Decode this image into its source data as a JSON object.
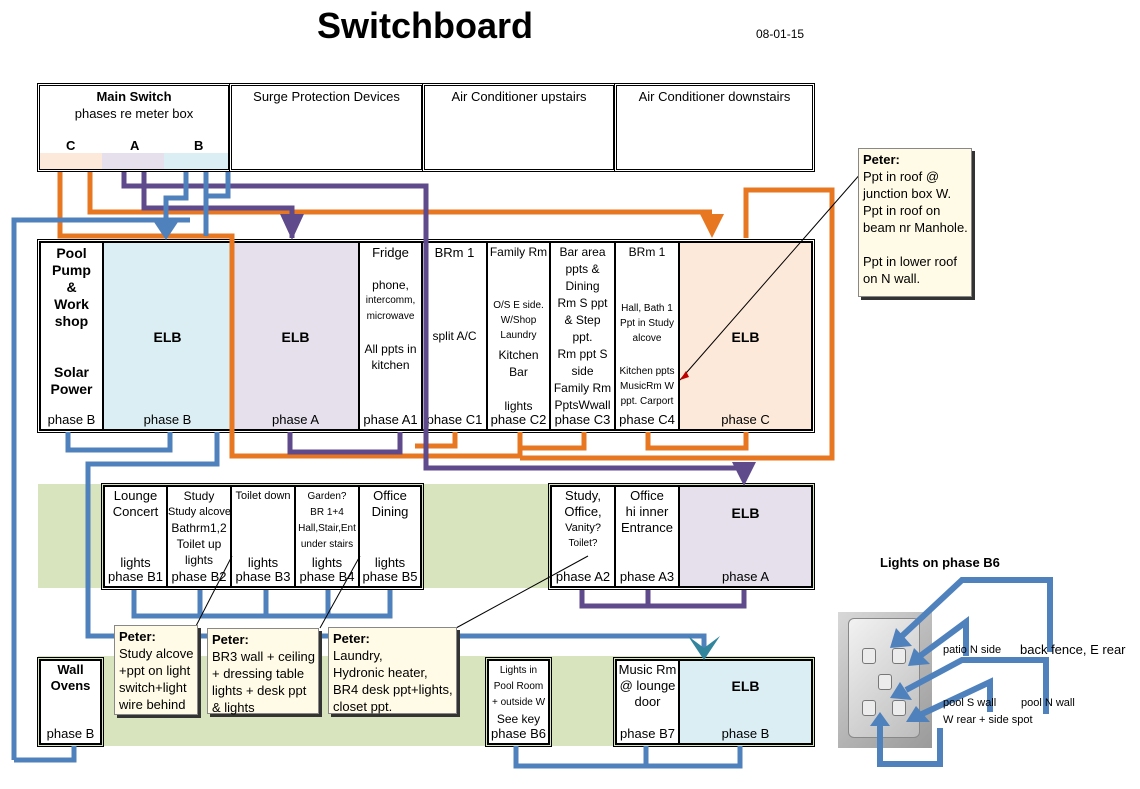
{
  "title": "Switchboard",
  "date": "08-01-15",
  "top_row": {
    "main_switch_title": "Main Switch",
    "main_switch_sub": "phases re meter box",
    "phases": [
      "C",
      "A",
      "B"
    ],
    "surge": "Surge Protection Devices",
    "ac_up": "Air Conditioner upstairs",
    "ac_down": "Air Conditioner downstairs"
  },
  "row1": {
    "pool": {
      "lines": [
        "Pool",
        "Pump",
        "&",
        "Work",
        "shop"
      ],
      "solar": [
        "Solar",
        "Power"
      ],
      "phase": "phase B"
    },
    "elb_b": {
      "label": "ELB",
      "phase": "phase B"
    },
    "elb_a": {
      "label": "ELB",
      "phase": "phase A"
    },
    "a1": {
      "lines": [
        "Fridge",
        "",
        "phone,",
        "intercomm,",
        "microwave",
        "",
        "All ppts in",
        "kitchen"
      ],
      "phase": "phase A1"
    },
    "c1": {
      "lines": [
        "BRm 1",
        "",
        "",
        "split A/C"
      ],
      "phase": "phase C1"
    },
    "c2": {
      "lines": [
        "Family Rm",
        "",
        "O/S E side.",
        "W/Shop",
        "Laundry",
        "Kitchen",
        "Bar",
        "",
        "lights"
      ],
      "phase": "phase C2"
    },
    "c3": {
      "lines": [
        "Bar area",
        "ppts &",
        "Dining",
        "Rm S ppt",
        "& Step",
        "ppt.",
        "Rm ppt S",
        "side",
        "Family Rm",
        "PptsWwall"
      ],
      "phase": "phase C3"
    },
    "c4": {
      "lines": [
        "BRm 1",
        "",
        "Hall, Bath 1",
        "Ppt in Study",
        "alcove",
        "",
        "Kitchen ppts",
        "MusicRm W",
        "ppt. Carport"
      ],
      "phase": "phase C4"
    },
    "elb_c": {
      "label": "ELB",
      "phase": "phase C"
    }
  },
  "row2": {
    "b1": {
      "lines": [
        "Lounge",
        "Concert",
        "",
        "",
        "lights"
      ],
      "phase": "phase B1"
    },
    "b2": {
      "lines": [
        "Study",
        "Study alcove",
        "Bathrm1,2",
        "Toilet up",
        "lights"
      ],
      "phase": "phase B2"
    },
    "b3": {
      "lines": [
        "Toilet down",
        "",
        "",
        "",
        "lights"
      ],
      "phase": "phase B3"
    },
    "b4": {
      "lines": [
        "Garden?",
        "BR 1+4",
        "Hall,Stair,Ent",
        "under stairs",
        "lights"
      ],
      "phase": "phase B4"
    },
    "b5": {
      "lines": [
        "Office",
        "Dining",
        "",
        "",
        "lights"
      ],
      "phase": "phase B5"
    },
    "a2": {
      "lines": [
        "Study,",
        "Office,",
        "Vanity?",
        "Toilet?"
      ],
      "phase": "phase A2"
    },
    "a3": {
      "lines": [
        "Office",
        "hi inner",
        "Entrance"
      ],
      "phase": "phase A3"
    },
    "elb_a2": {
      "label": "ELB",
      "phase": "phase A"
    }
  },
  "row3": {
    "ovens": {
      "lines": [
        "Wall",
        "Ovens"
      ],
      "phase": "phase B"
    },
    "b6": {
      "lines": [
        "Lights in",
        "Pool Room",
        "+ outside W",
        "See key"
      ],
      "phase": "phase B6"
    },
    "b7": {
      "lines": [
        "Music Rm",
        "@ lounge",
        "door"
      ],
      "phase": "phase B7"
    },
    "elb_b2": {
      "label": "ELB",
      "phase": "phase B"
    }
  },
  "notes": {
    "n1": {
      "title": "Peter:",
      "lines": [
        "Ppt in roof @",
        "junction box W.",
        "Ppt in roof on",
        "beam nr Manhole.",
        "",
        "Ppt in lower roof",
        "on N wall."
      ]
    },
    "n2": {
      "title": "Peter:",
      "lines": [
        "Study alcove",
        "+ppt on light",
        "switch+light",
        "wire behind"
      ]
    },
    "n3": {
      "title": "Peter:",
      "lines": [
        "BR3 wall + ceiling",
        "+ dressing table",
        "lights + desk ppt",
        "& lights"
      ]
    },
    "n4": {
      "title": "Peter:",
      "lines": [
        "Laundry,",
        "Hydronic heater,",
        "BR4 desk ppt+lights,",
        "closet ppt."
      ]
    }
  },
  "key": {
    "title": "Lights on phase B6",
    "labels": [
      "patio N side",
      "back fence, E rear",
      "pool S wall",
      "pool N wall",
      "W rear + side spot"
    ]
  },
  "colors": {
    "orange": "#e87722",
    "purple": "#5f4a8b",
    "blue": "#4f81bd",
    "teal": "#31859c",
    "elb_b": "#dbeef3",
    "elb_a": "#e5e0ec",
    "elb_c": "#fde9d9",
    "green": "#d7e4bd",
    "note": "#fffbe6"
  }
}
